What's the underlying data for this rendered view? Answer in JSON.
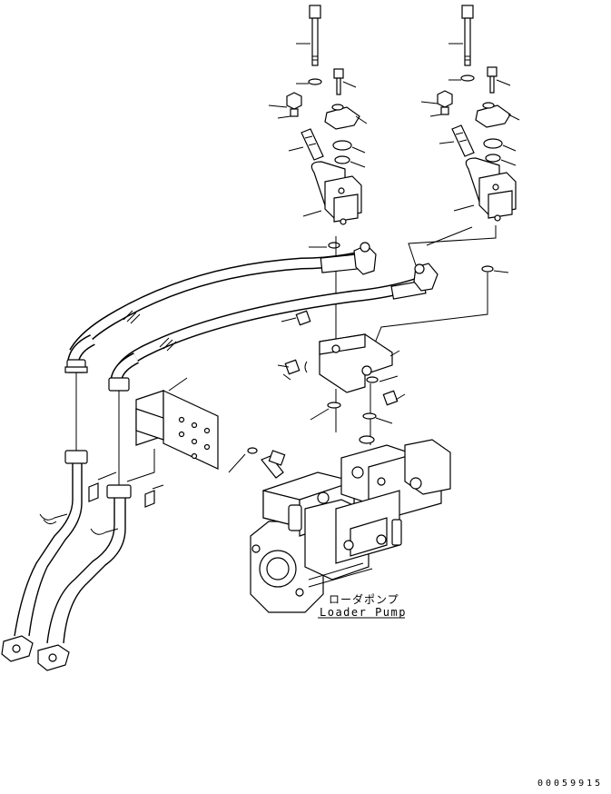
{
  "diagram": {
    "component_label_ja": "ローダポンプ",
    "component_label_en": "Loader Pump",
    "figure_number": "00059915"
  }
}
